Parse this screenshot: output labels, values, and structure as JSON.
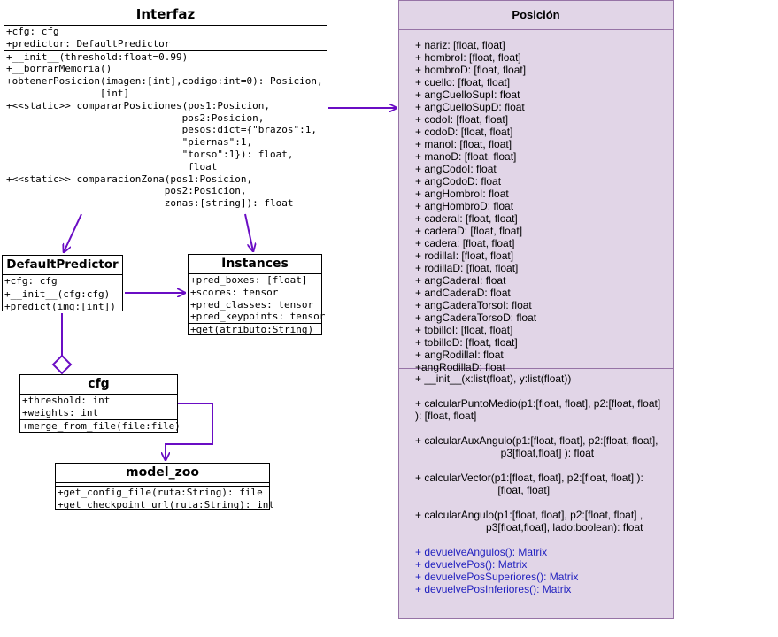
{
  "colors": {
    "connector": "#6a0dc4",
    "posicion_fill": "#e1d5e7",
    "posicion_border": "#9673a6",
    "link_text": "#1f1fbf"
  },
  "interfaz": {
    "title": "Interfaz",
    "attributes": [
      "+cfg: cfg",
      "+predictor: DefaultPredictor"
    ],
    "methods": [
      "+__init__(threshold:float=0.99)",
      "+__borrarMemoria()",
      "+obtenerPosicion(imagen:[int],codigo:int=0): Posicion,",
      "                [int]",
      "+<<static>> compararPosiciones(pos1:Posicion,",
      "                              pos2:Posicion,",
      "                              pesos:dict={\"brazos\":1,",
      "                              \"piernas\":1,",
      "                              \"torso\":1}): float,",
      "                               float",
      "+<<static>> comparacionZona(pos1:Posicion,",
      "                           pos2:Posicion,",
      "                           zonas:[string]): float"
    ]
  },
  "default_predictor": {
    "title": "DefaultPredictor",
    "attributes": [
      "+cfg: cfg"
    ],
    "methods": [
      "+__init__(cfg:cfg)",
      "+predict(img:[int])"
    ]
  },
  "instances": {
    "title": "Instances",
    "attributes": [
      "+pred_boxes: [float]",
      "+scores: tensor",
      "+pred_classes: tensor",
      "+pred_keypoints: tensor"
    ],
    "methods": [
      "+get(atributo:String)"
    ]
  },
  "cfg": {
    "title": "cfg",
    "attributes": [
      "+threshold: int",
      "+weights: int"
    ],
    "methods": [
      "+merge_from_file(file:file)"
    ]
  },
  "model_zoo": {
    "title": "model_zoo",
    "attributes": [],
    "methods": [
      "+get_config_file(ruta:String): file",
      "+get_checkpoint_url(ruta:String): int"
    ]
  },
  "posicion": {
    "title": "Posición",
    "attributes": [
      "+ nariz: [float, float]",
      "+ hombroI: [float, float]",
      "+ hombroD: [float, float]",
      "+ cuello: [float, float]",
      "+ angCuelloSupI: float",
      "+ angCuelloSupD: float",
      "+ codoI: [float, float]",
      "+ codoD: [float, float]",
      "+ manoI: [float, float]",
      "+ manoD: [float, float]",
      "+ angCodoI: float",
      "+ angCodoD: float",
      "+ angHombroI: float",
      "+ angHombroD: float",
      "+ caderaI: [float, float]",
      "+ caderaD: [float, float]",
      "+ cadera: [float, float]",
      "+ rodillaI: [float, float]",
      "+ rodillaD: [float, float]",
      "+ angCaderaI: float",
      "+ andCaderaD: float",
      "+ angCaderaTorsoI: float",
      "+ angCaderaTorsoD: float",
      "+ tobilloI: [float, float]",
      "+ tobilloD: [float, float]",
      "+ angRodillaI: float",
      "+angRodillaD: float"
    ],
    "methods": [
      "+ __init__(x:list(float), y:list(float))",
      "",
      "+ calcularPuntoMedio(p1:[float, float], p2:[float, float]",
      "): [float, float]",
      "",
      "+ calcularAuxAngulo(p1:[float, float], p2:[float, float],",
      "                             p3[float,float] ): float",
      "",
      "+ calcularVector(p1:[float, float], p2:[float, float] ):",
      "                            [float, float]",
      "",
      "+ calcularAngulo(p1:[float, float], p2:[float, float] ,",
      "                        p3[float,float], lado:boolean): float",
      ""
    ],
    "methods_blue": [
      "+ devuelveAngulos(): Matrix",
      "+ devuelvePos(): Matrix",
      "+ devuelvePosSuperiores(): Matrix",
      "+ devuelvePosInferiores(): Matrix"
    ]
  }
}
